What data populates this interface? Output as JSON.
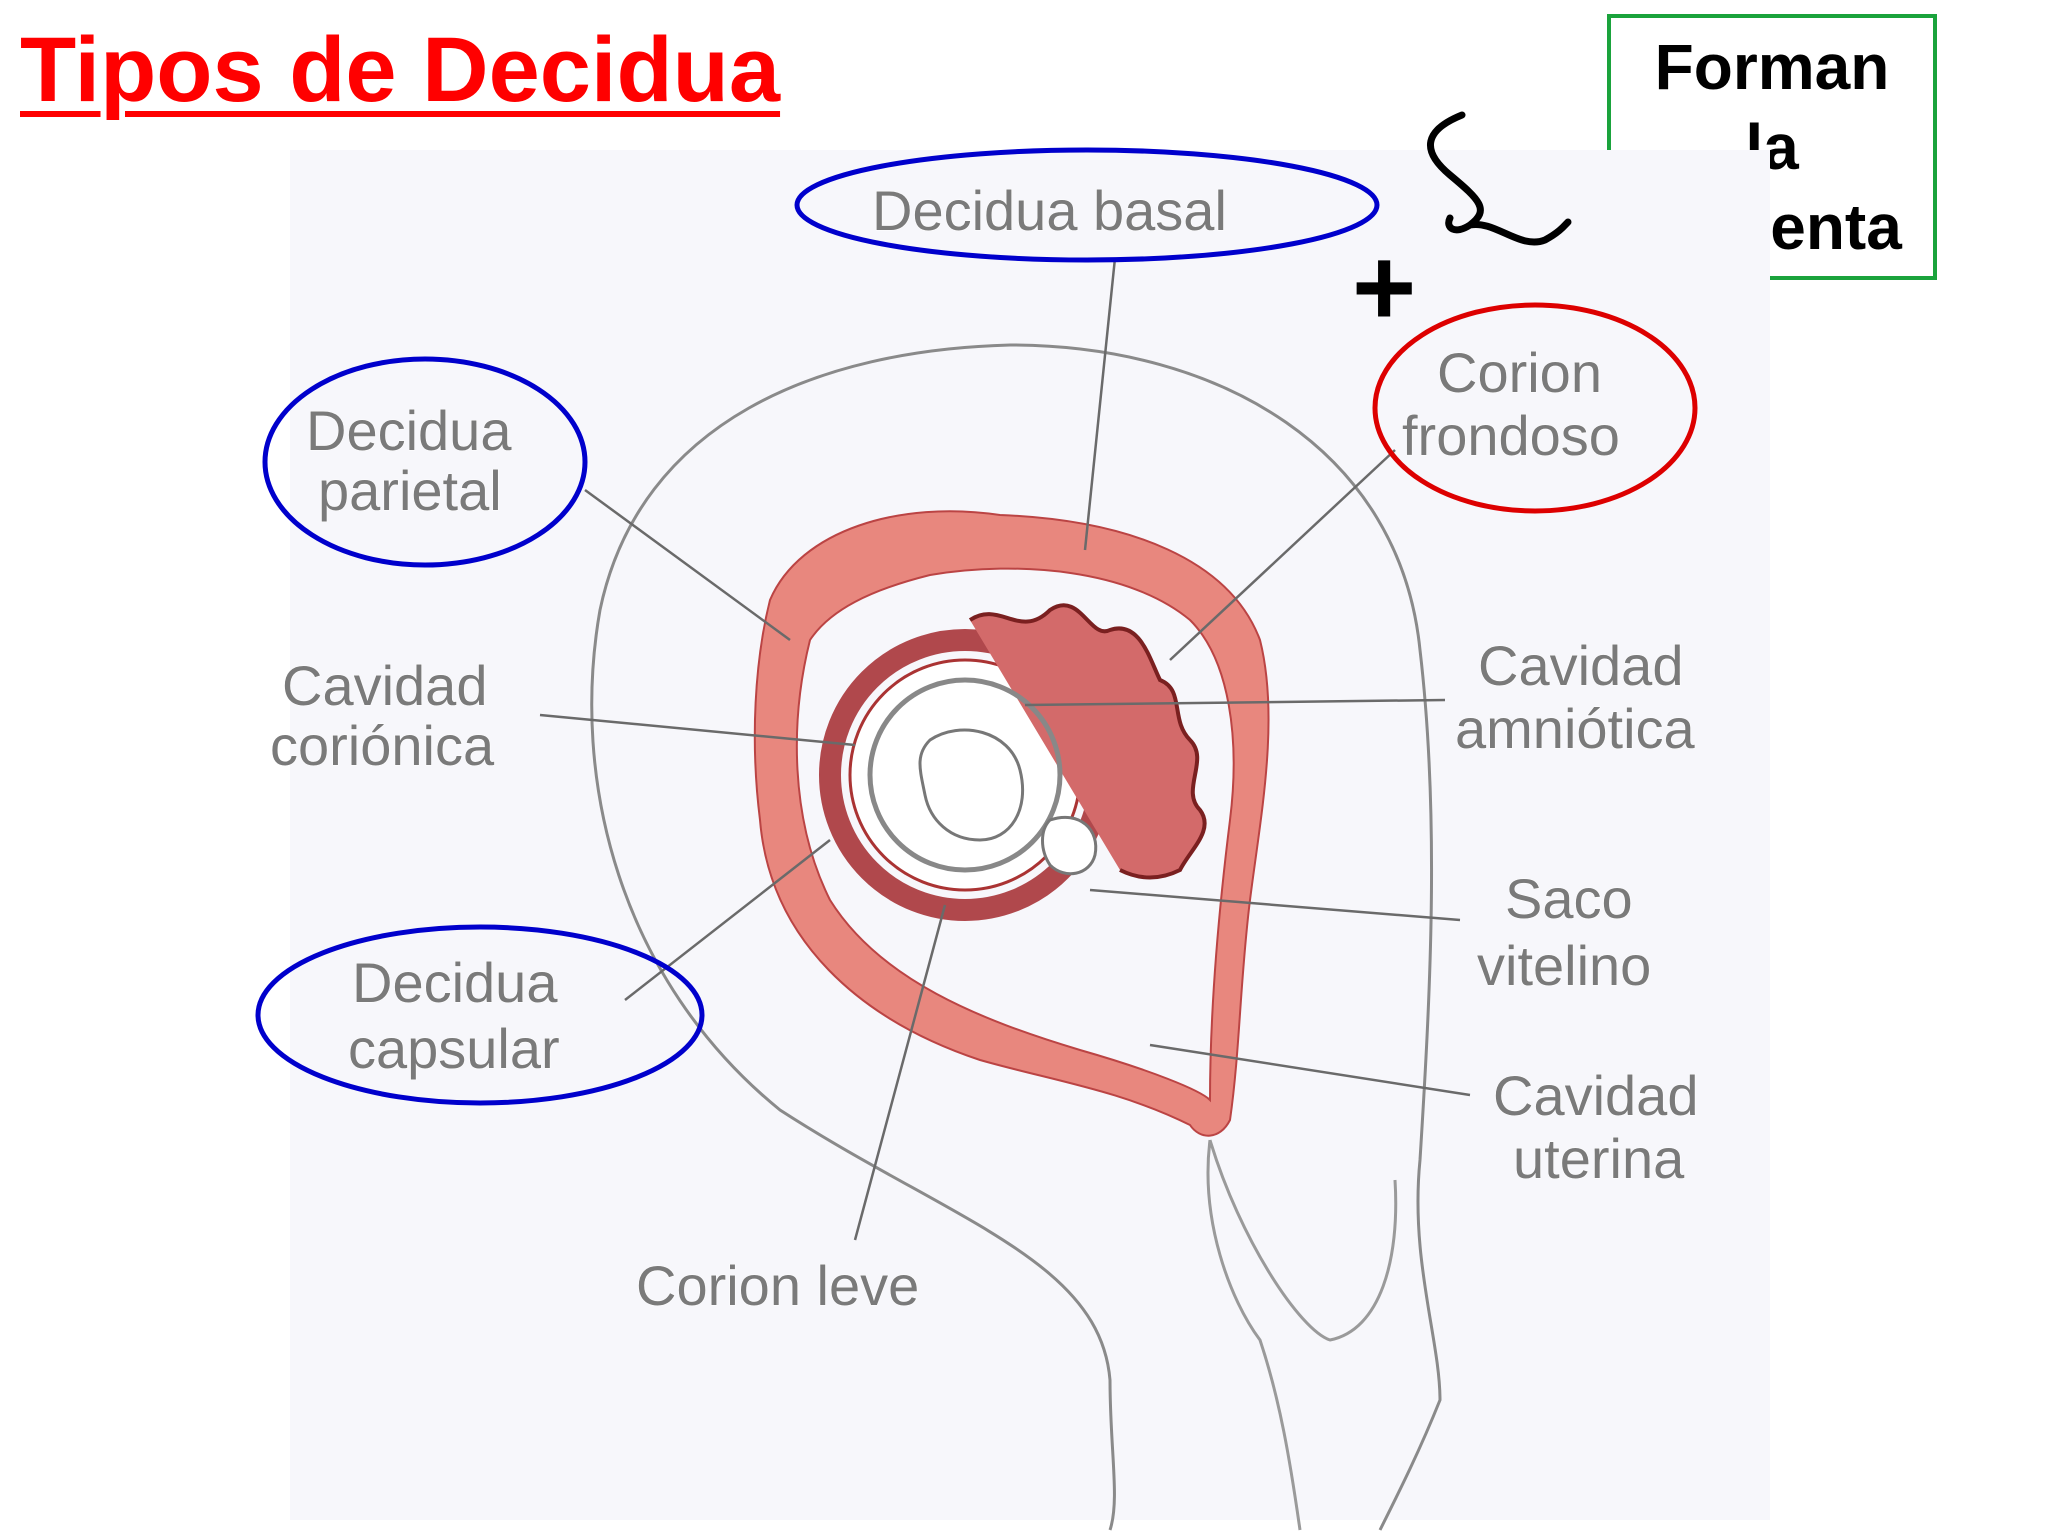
{
  "title": "Tipos de Decidua",
  "note_box": {
    "line1": "Forman",
    "line2": "la",
    "line3": "placenta"
  },
  "plus_sign": "+",
  "labels": {
    "decidua_basal": "Decidua basal",
    "corion_frondoso_1": "Corion",
    "corion_frondoso_2": "frondoso",
    "decidua_parietal_1": "Decidua",
    "decidua_parietal_2": "parietal",
    "cavidad_corionica_1": "Cavidad",
    "cavidad_corionica_2": "coriónica",
    "cavidad_amniotica_1": "Cavidad",
    "cavidad_amniotica_2": "amniótica",
    "saco_vitelino_1": "Saco",
    "saco_vitelino_2": "vitelino",
    "decidua_capsular_1": "Decidua",
    "decidua_capsular_2": "capsular",
    "cavidad_uterina_1": "Cavidad",
    "cavidad_uterina_2": "uterina",
    "corion_leve": "Corion leve"
  },
  "colors": {
    "title": "#ff0000",
    "box_border": "#1aa33c",
    "blue_ellipse": "#0000cc",
    "red_ellipse": "#dd0000",
    "tissue_pink": "#e8877e",
    "tissue_dark": "#c24a4a"
  }
}
